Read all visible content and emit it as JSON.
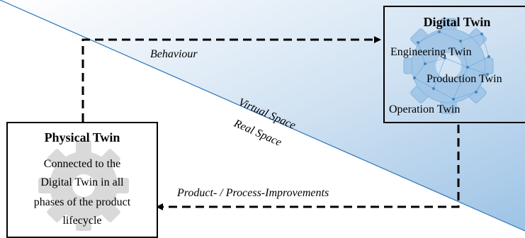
{
  "digital_twin": {
    "title": "Digital Twin",
    "items": [
      "Engineering Twin",
      "Production Twin",
      "Operation Twin"
    ]
  },
  "physical_twin": {
    "title": "Physical Twin",
    "description_lines": [
      "Connected to the",
      "Digital Twin in all",
      "phases of the product",
      "lifecycle"
    ]
  },
  "arrows": {
    "top_label": "Behaviour",
    "bottom_label": "Product- / Process-Improvements"
  },
  "divider": {
    "upper_label": "Virtual Space",
    "lower_label": "Real Space"
  },
  "colors": {
    "virtual_gradient_start": "#ffffff",
    "virtual_gradient_end": "#9dc3e6",
    "divider_line": "#2e75b6",
    "gear_blue": "#9dc3e6",
    "gear_grey": "#d9d9d9",
    "arrow": "#000000"
  },
  "icons": [
    "network-gear-icon",
    "gear-icon",
    "dashed-arrow-icon"
  ]
}
